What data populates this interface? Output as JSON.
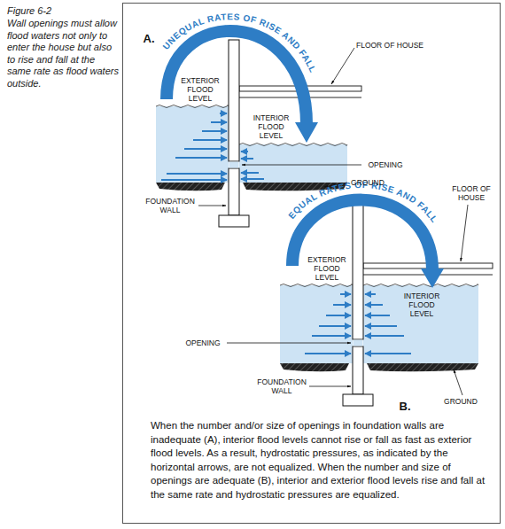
{
  "diagram": {
    "title": "Figure 6-2",
    "caption": "Wall openings must allow flood waters not only to enter the house but also to rise and fall at the same rate as flood waters outside.",
    "nodes": [
      {
        "text": [
          "When the number and/or size of openings in foundation walls are inadequate (A), interior flood levels cannot rise or fall as fast as exterior flood levels. As a result, hydrostatic pressures, as indicated by the horizontal arrows, are not equalized. When the number and size of openings are adequate (B), interior and exterior flood levels rise and fall at the same rate and hydrostatic pressures are equalized."
        ]
      }
    ],
    "labels": [
      "A.",
      "UNEQUAL RATES OF RISE AND FALL",
      "FLOOR OF HOUSE",
      "EXTERIOR FLOOD LEVEL",
      "INTERIOR FLOOD LEVEL",
      "OPENING",
      "GROUND",
      "FOUNDATION WALL",
      "FLOOR OF HOUSE",
      "EQUAL RATES OF RISE AND FALL",
      "EXTERIOR FLOOD LEVEL",
      "INTERIOR FLOOD LEVEL",
      "OPENING",
      "FOUNDATION WALL",
      "GROUND",
      "B."
    ]
  }
}
